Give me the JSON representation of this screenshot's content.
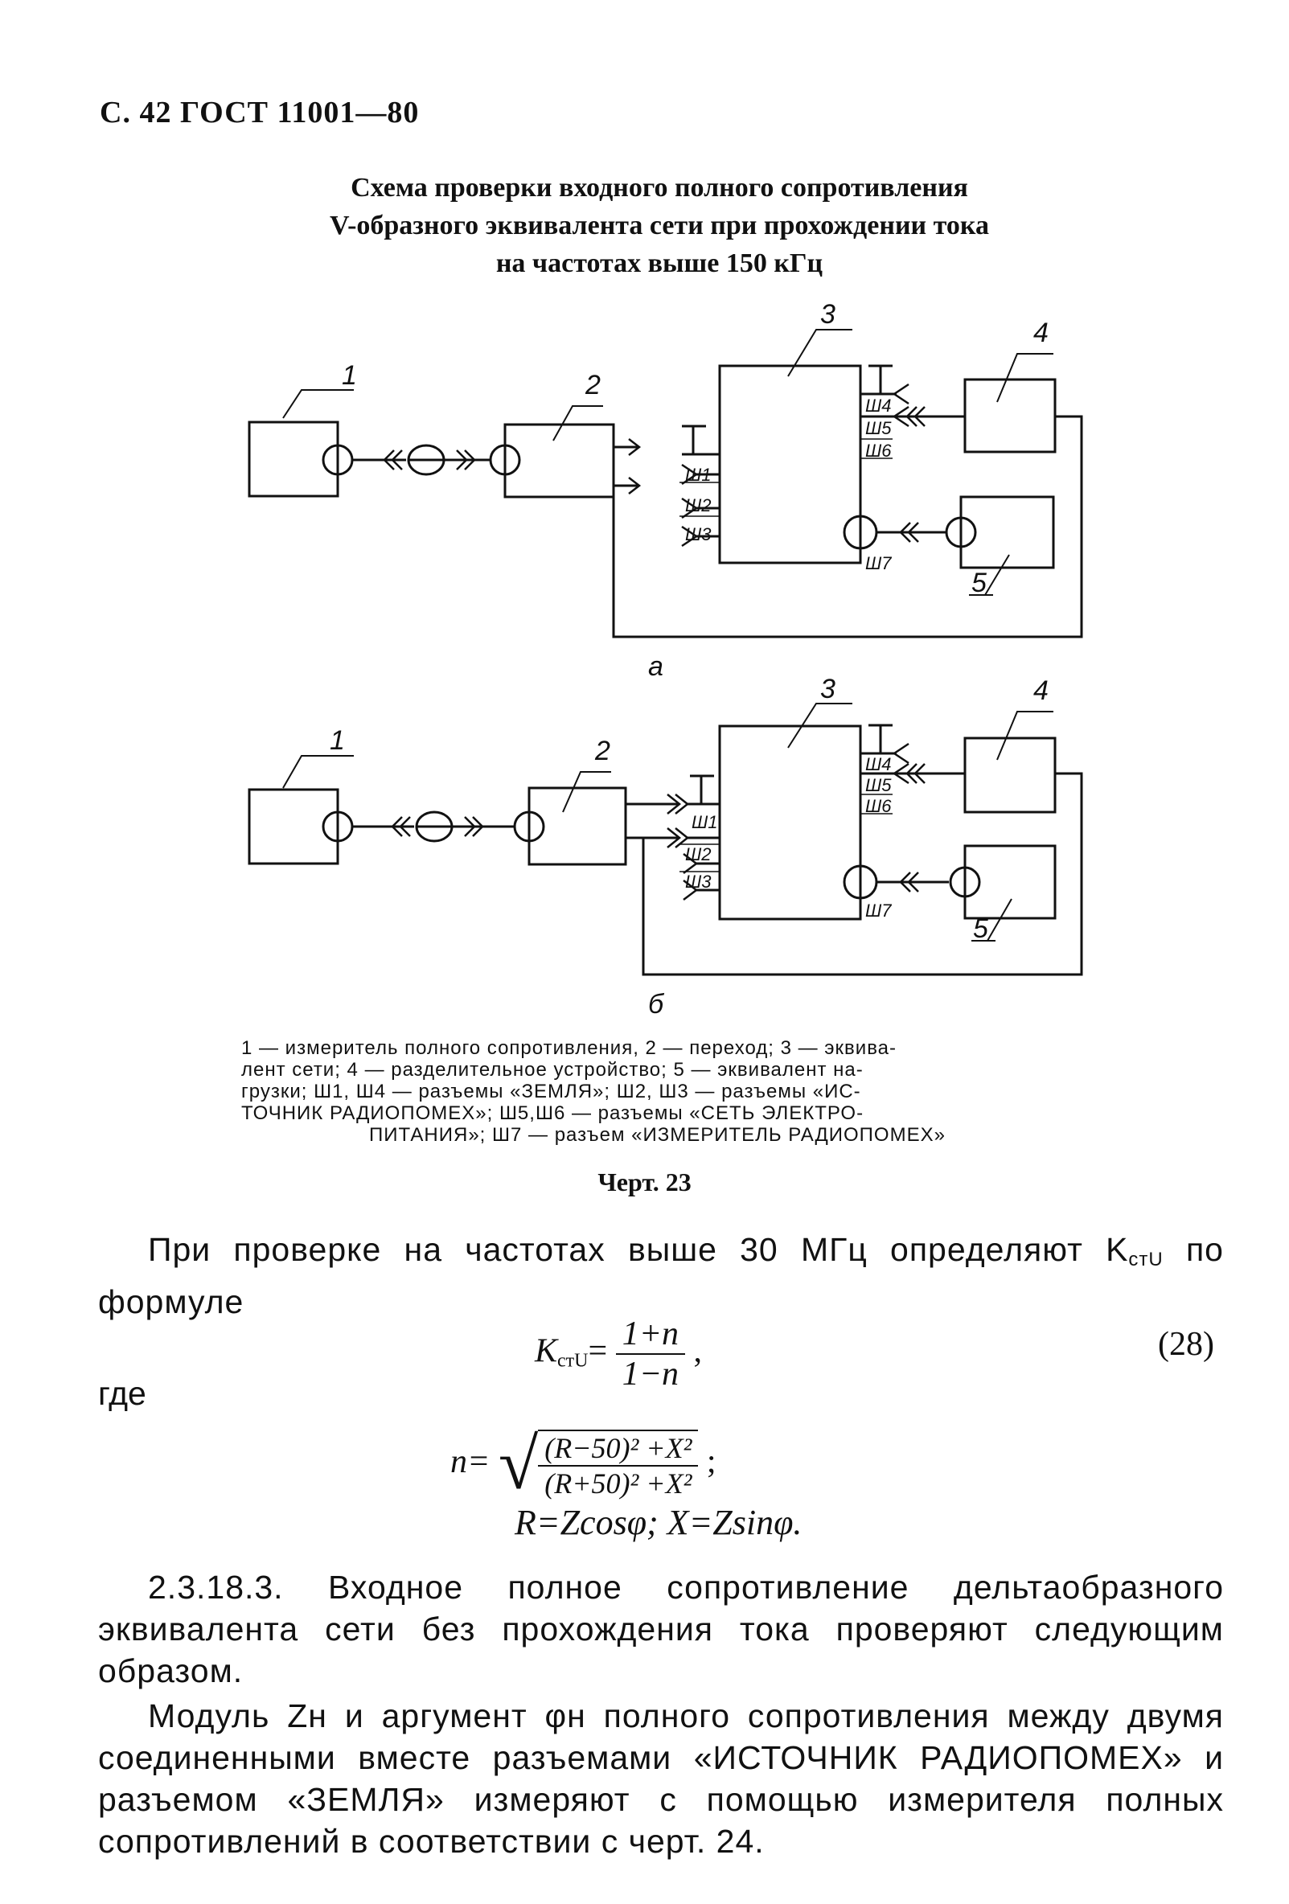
{
  "page_header": "С. 42 ГОСТ 11001—80",
  "figure_title_lines": [
    "Схема проверки входного полного сопротивления",
    "V-образного эквивалента сети при прохождении тока",
    "на частотах выше 150 кГц"
  ],
  "diagram_a": {
    "caption": "а",
    "block_numbers": [
      "1",
      "2",
      "3",
      "4",
      "5"
    ],
    "connectors": [
      "Ш1",
      "Ш2",
      "Ш3",
      "Ш4",
      "Ш5",
      "Ш6",
      "Ш7"
    ]
  },
  "diagram_b": {
    "caption": "б",
    "block_numbers": [
      "1",
      "2",
      "3",
      "4",
      "5"
    ],
    "connectors": [
      "Ш1",
      "Ш2",
      "Ш3",
      "Ш4",
      "Ш5",
      "Ш6",
      "Ш7"
    ]
  },
  "legend_lines": [
    "1 — измеритель полного сопротивления, 2 — переход; 3 — эквива-",
    "лент сети; 4 — разделительное устройство; 5 — эквивалент на-",
    "грузки; Ш1, Ш4 — разъемы «ЗЕМЛЯ»; Ш2, Ш3 — разъемы «ИС-",
    "ТОЧНИК РАДИОПОМЕХ»; Ш5,Ш6 — разъемы «СЕТЬ ЭЛЕКТРО-",
    "ПИТАНИЯ»; Ш7 — разъем «ИЗМЕРИТЕЛЬ РАДИОПОМЕХ»"
  ],
  "figure_label": "Черт. 23",
  "paragraph_1": "При проверке на частотах выше 30 МГц определяют K",
  "paragraph_1_sub": "стU",
  "paragraph_1_end": " по формуле",
  "formula_28": {
    "lhs": "K",
    "lhs_sub": "стU",
    "equals": "=",
    "numerator": "1+n",
    "denominator": "1−n",
    "trail": ",",
    "number": "(28)"
  },
  "where_label": "где",
  "formula_n": {
    "lhs": "n=",
    "numerator": "(R−50)² +X²",
    "denominator": "(R+50)² +X²",
    "trail": ";"
  },
  "formula_rx": "R=Zcosφ; X=Zsinφ.",
  "paragraph_2": "2.3.18.3. Входное полное сопротивление дельтаобразного эквивалента сети без прохождения тока проверяют следующим образом.",
  "paragraph_3": "Модуль Zн и аргумент φн полного сопротивления между двумя соединенными вместе разъемами «ИСТОЧНИК РАДИОПОМЕХ» и разъемом «ЗЕМЛЯ» измеряют с помощью измерителя полных сопротивлений в соответствии с черт. 24."
}
